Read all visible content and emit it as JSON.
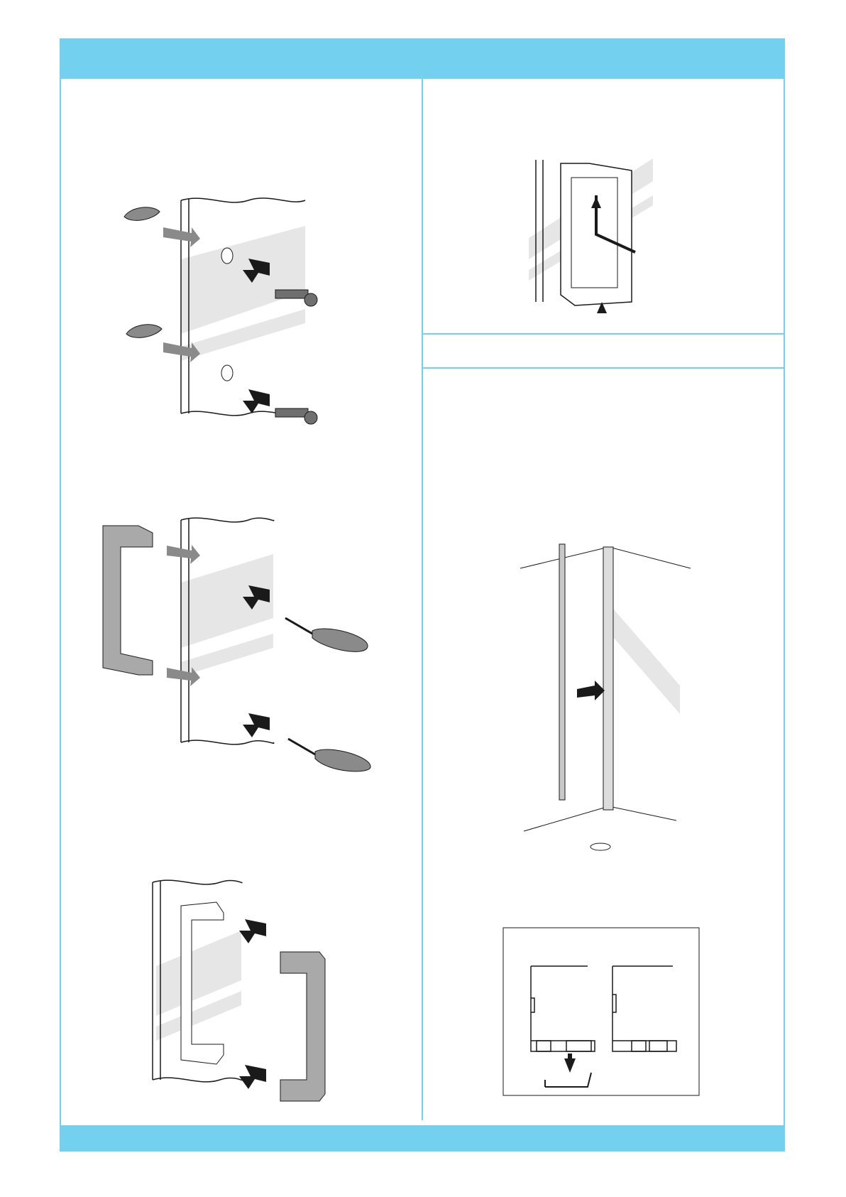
{
  "theme": {
    "accent": "#73d0ef",
    "ink": "#1a1a1a",
    "glass": "#e6e6e6",
    "fitting": "#8a8a8a",
    "handle": "#a9a9a9"
  },
  "figures": [
    {
      "id": "fig-1",
      "subject": "fixing-bolts-through-glass"
    },
    {
      "id": "fig-2",
      "subject": "handle-mounting-with-screwdriver"
    },
    {
      "id": "fig-3",
      "subject": "handle-cover-fitting"
    },
    {
      "id": "fig-4",
      "subject": "hex-key-tightening"
    },
    {
      "id": "fig-5",
      "subject": "wall-profile-fitting-corner"
    },
    {
      "id": "fig-6",
      "subject": "profile-section-detail"
    }
  ]
}
